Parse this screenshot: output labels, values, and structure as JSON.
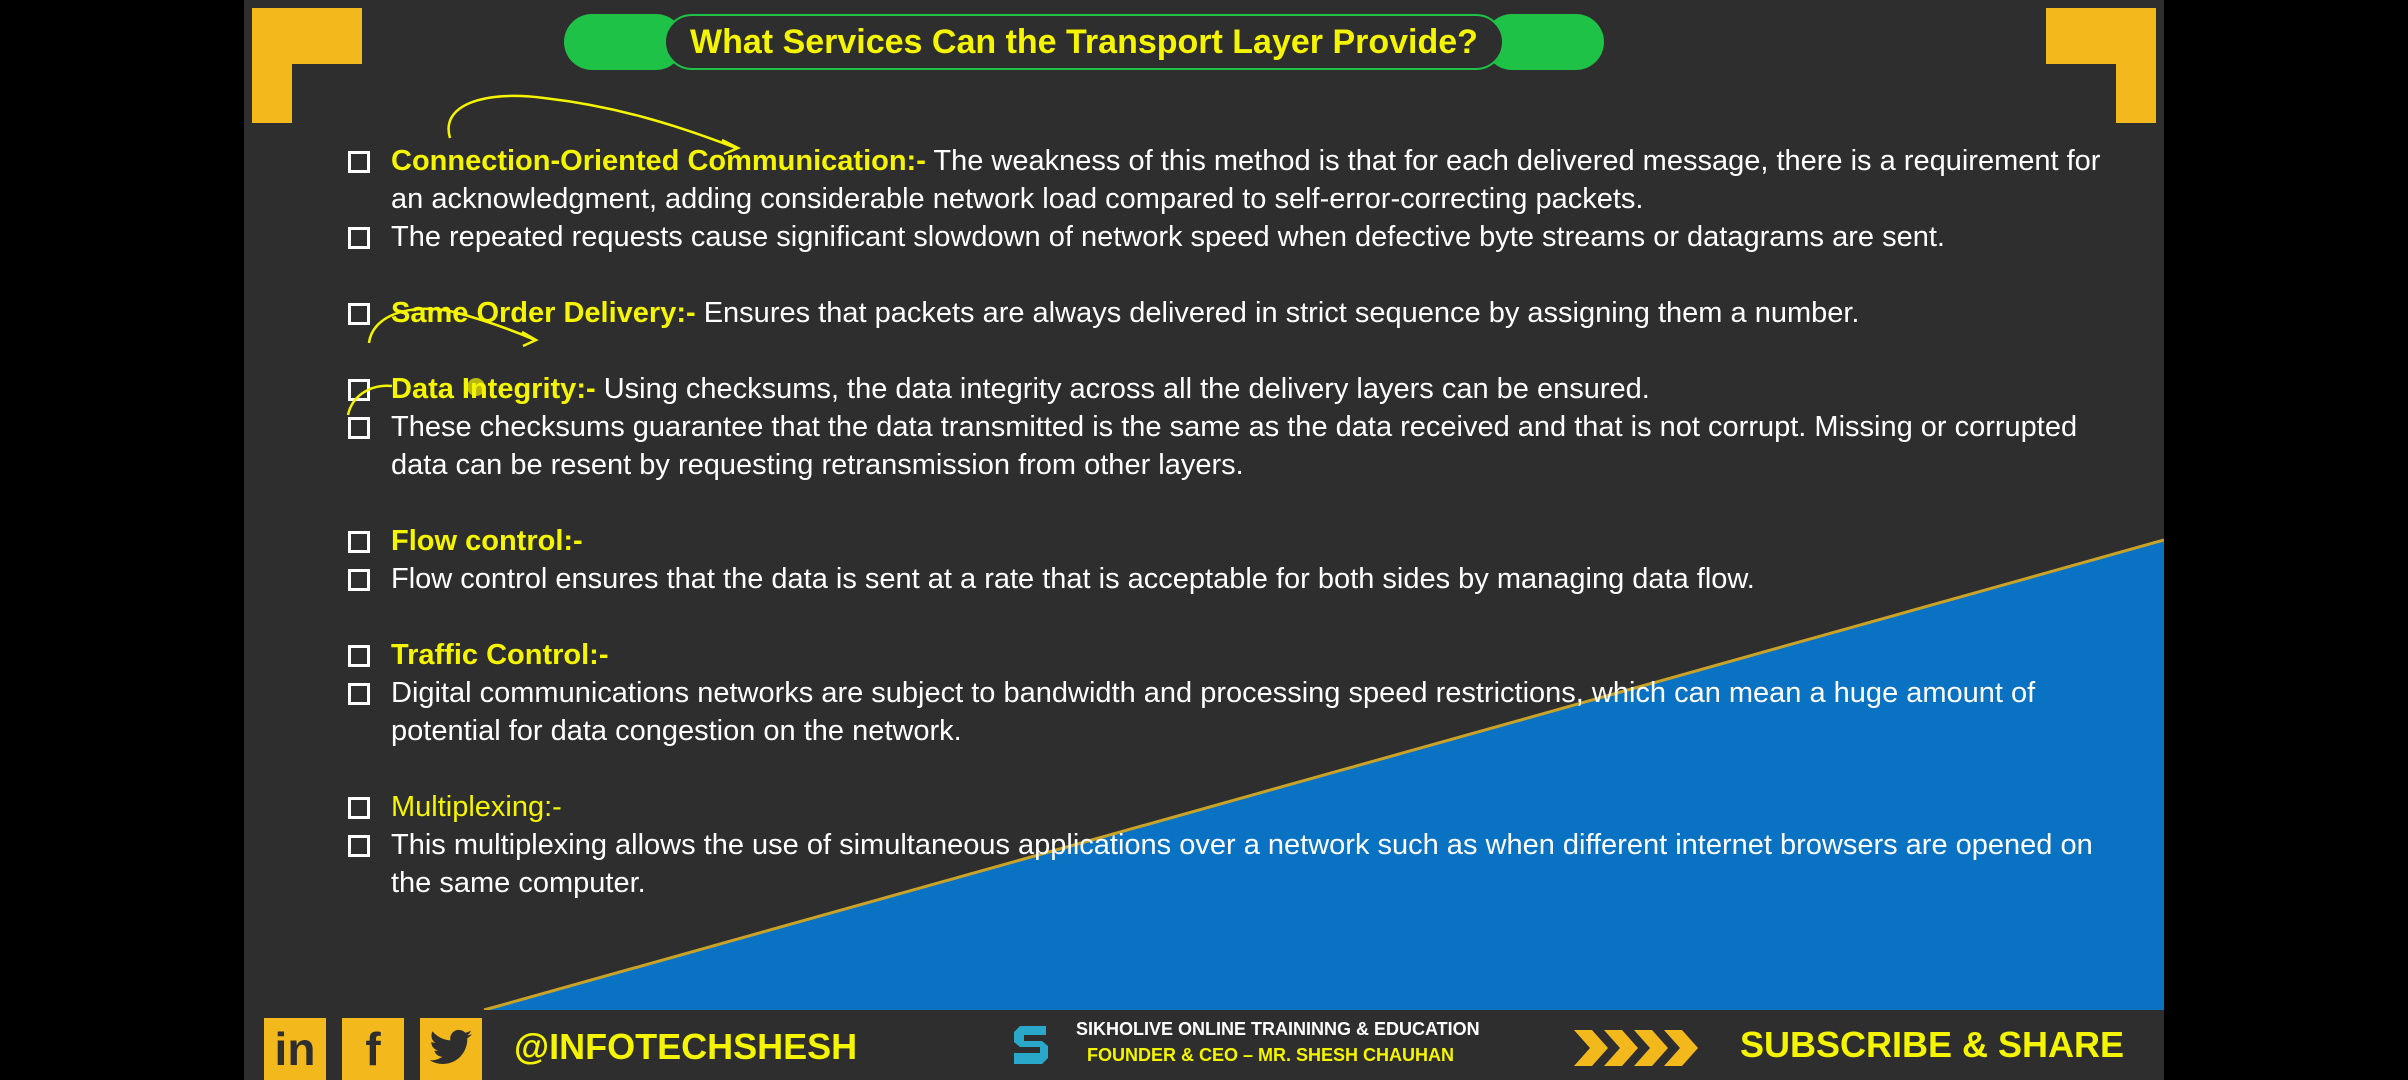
{
  "title": "What Services Can the Transport Layer Provide?",
  "items": [
    {
      "head": "Connection-Oriented Communication:-",
      "text": " The weakness of this method is that for each delivered message, there is a requirement for an acknowledgment, adding considerable network load compared to self-error-correcting packets."
    },
    {
      "text": "The repeated requests cause significant slowdown of network speed when defective byte streams or datagrams are sent."
    },
    {
      "head": "Same Order Delivery:-",
      "text": "  Ensures that packets are always delivered in strict sequence by assigning them a number."
    },
    {
      "head": "Data Integrity:-",
      "text": "  Using checksums, the data integrity across all the delivery layers can be ensured."
    },
    {
      "text": "These checksums guarantee that the data transmitted is the same as the data received and that is not corrupt. Missing or corrupted data can be resent by requesting retransmission from other layers."
    },
    {
      "head": "Flow control:-"
    },
    {
      "text": "Flow control ensures that the data is sent at a rate that is acceptable for both sides by managing data flow."
    },
    {
      "head": "Traffic Control:-"
    },
    {
      "text": "Digital communications networks are subject to bandwidth and processing speed restrictions, which can mean a huge amount of potential for data congestion on the network."
    },
    {
      "head": "Multiplexing:-"
    },
    {
      "text": "This multiplexing allows the use of simultaneous applications over a network such as when different internet browsers are opened on the same computer."
    }
  ],
  "footer": {
    "social": {
      "linkedin": "in",
      "facebook": "f"
    },
    "handle": "@INFOTECHSHESH",
    "brand_line1": "SIKHOLIVE ONLINE TRAININNG & EDUCATION",
    "brand_line2": "FOUNDER & CEO – MR. SHESH CHAUHAN",
    "cta": "SUBSCRIBE & SHARE"
  },
  "colors": {
    "background": "#2e2e2e",
    "heading": "#f5f500",
    "accent_yellow": "#f2b81c",
    "accent_green": "#1ec247",
    "accent_blue": "#0a72c2",
    "text": "#ffffff"
  },
  "icons": [
    "linkedin-icon",
    "facebook-icon",
    "twitter-icon",
    "sikholive-logo",
    "chevrons-icon"
  ]
}
